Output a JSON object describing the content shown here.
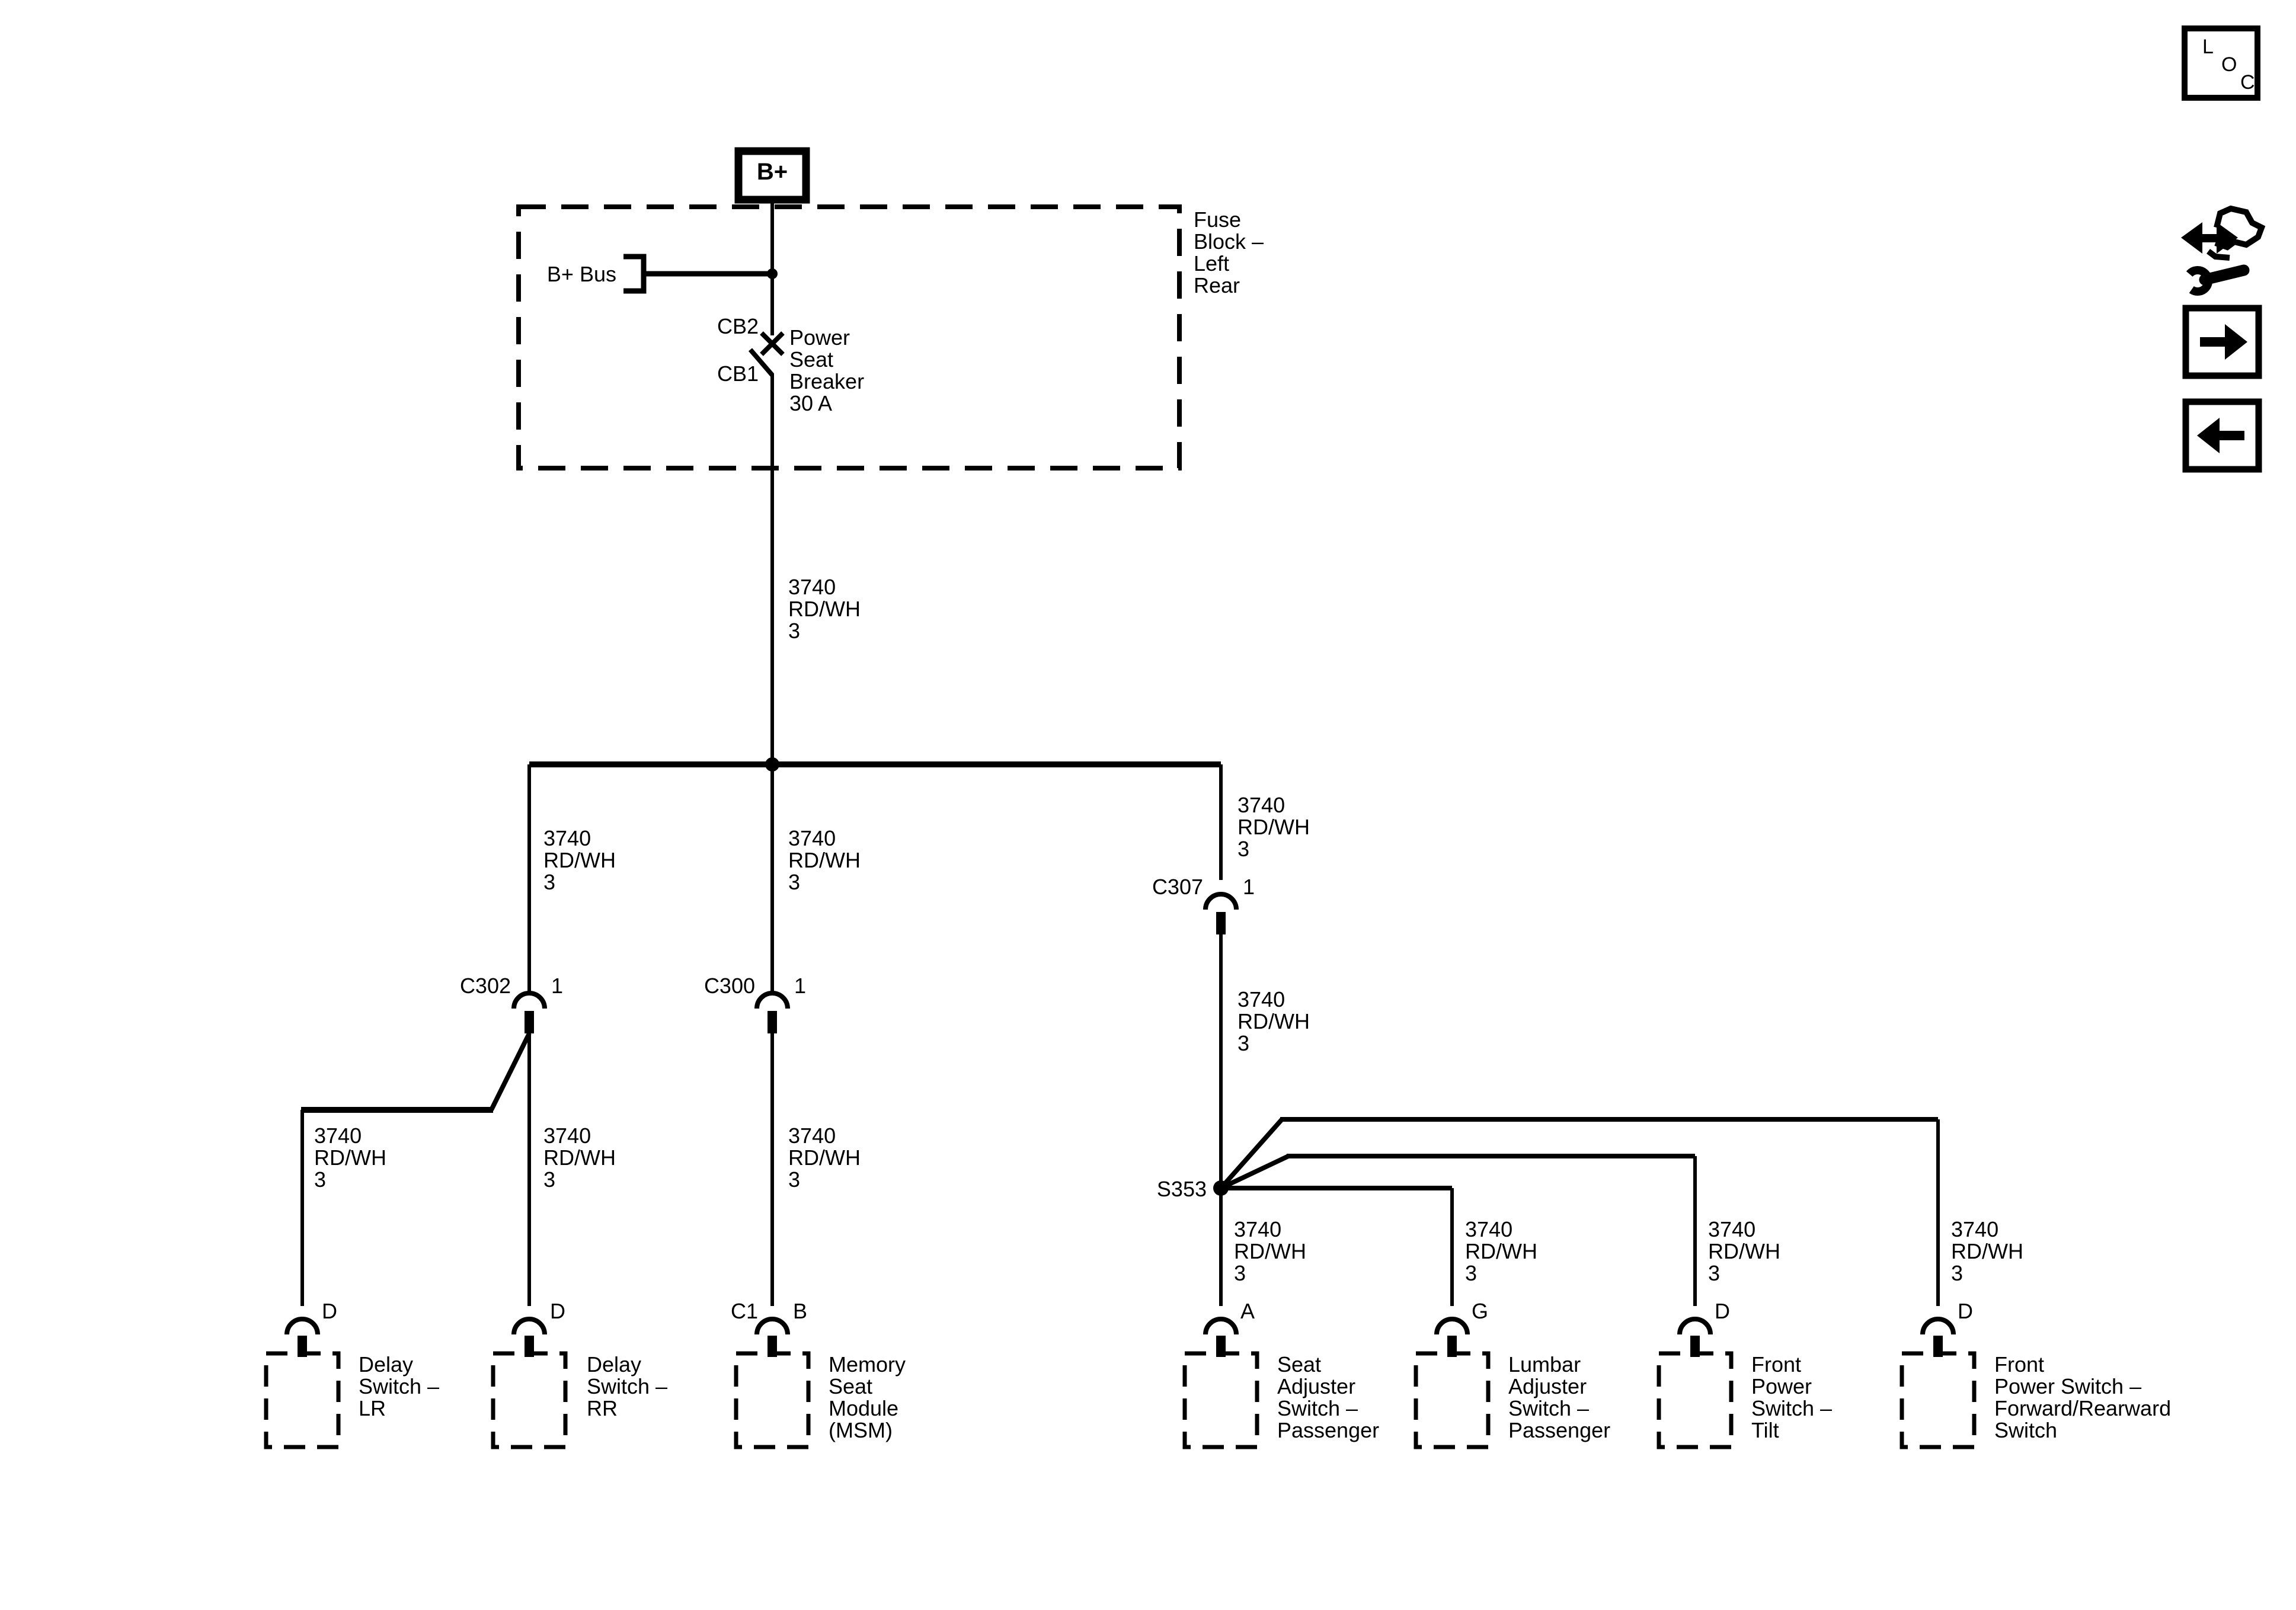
{
  "colors": {
    "ink": "#000000",
    "background": "#ffffff"
  },
  "power": {
    "b_plus": "B+",
    "bus": "B+ Bus"
  },
  "fuse_block": {
    "label": [
      "Fuse",
      "Block –",
      "Left",
      "Rear"
    ]
  },
  "breaker": {
    "cb2": "CB2",
    "cb1": "CB1",
    "label": [
      "Power",
      "Seat",
      "Breaker",
      "30 A"
    ]
  },
  "wire_label": [
    "3740",
    "RD/WH",
    "3"
  ],
  "connectors": {
    "c302": "C302",
    "c300": "C300",
    "c307": "C307",
    "s353": "S353",
    "pin_1": "1"
  },
  "terminals": {
    "delay_lr": "D",
    "delay_rr": "D",
    "msm_connector": "C1",
    "msm_pin": "B",
    "seat_adjuster": "A",
    "lumbar_adjuster": "G",
    "front_tilt": "D",
    "front_fwd": "D"
  },
  "components": {
    "delay_lr": [
      "Delay",
      "Switch –",
      "LR"
    ],
    "delay_rr": [
      "Delay",
      "Switch –",
      "RR"
    ],
    "msm": [
      "Memory",
      "Seat",
      "Module",
      "(MSM)"
    ],
    "seat_adjuster": [
      "Seat",
      "Adjuster",
      "Switch –",
      "Passenger"
    ],
    "lumbar_adjuster": [
      "Lumbar",
      "Adjuster",
      "Switch –",
      "Passenger"
    ],
    "front_tilt": [
      "Front",
      "Power",
      "Switch –",
      "Tilt"
    ],
    "front_fwd": [
      "Front",
      "Power Switch –",
      "Forward/Rearward",
      "Switch"
    ]
  },
  "nav": {
    "loc_letters": [
      "L",
      "O",
      "C"
    ],
    "icons": [
      "loc-icon",
      "wiring-repair-icon",
      "forward-arrow-icon",
      "back-arrow-icon"
    ]
  }
}
